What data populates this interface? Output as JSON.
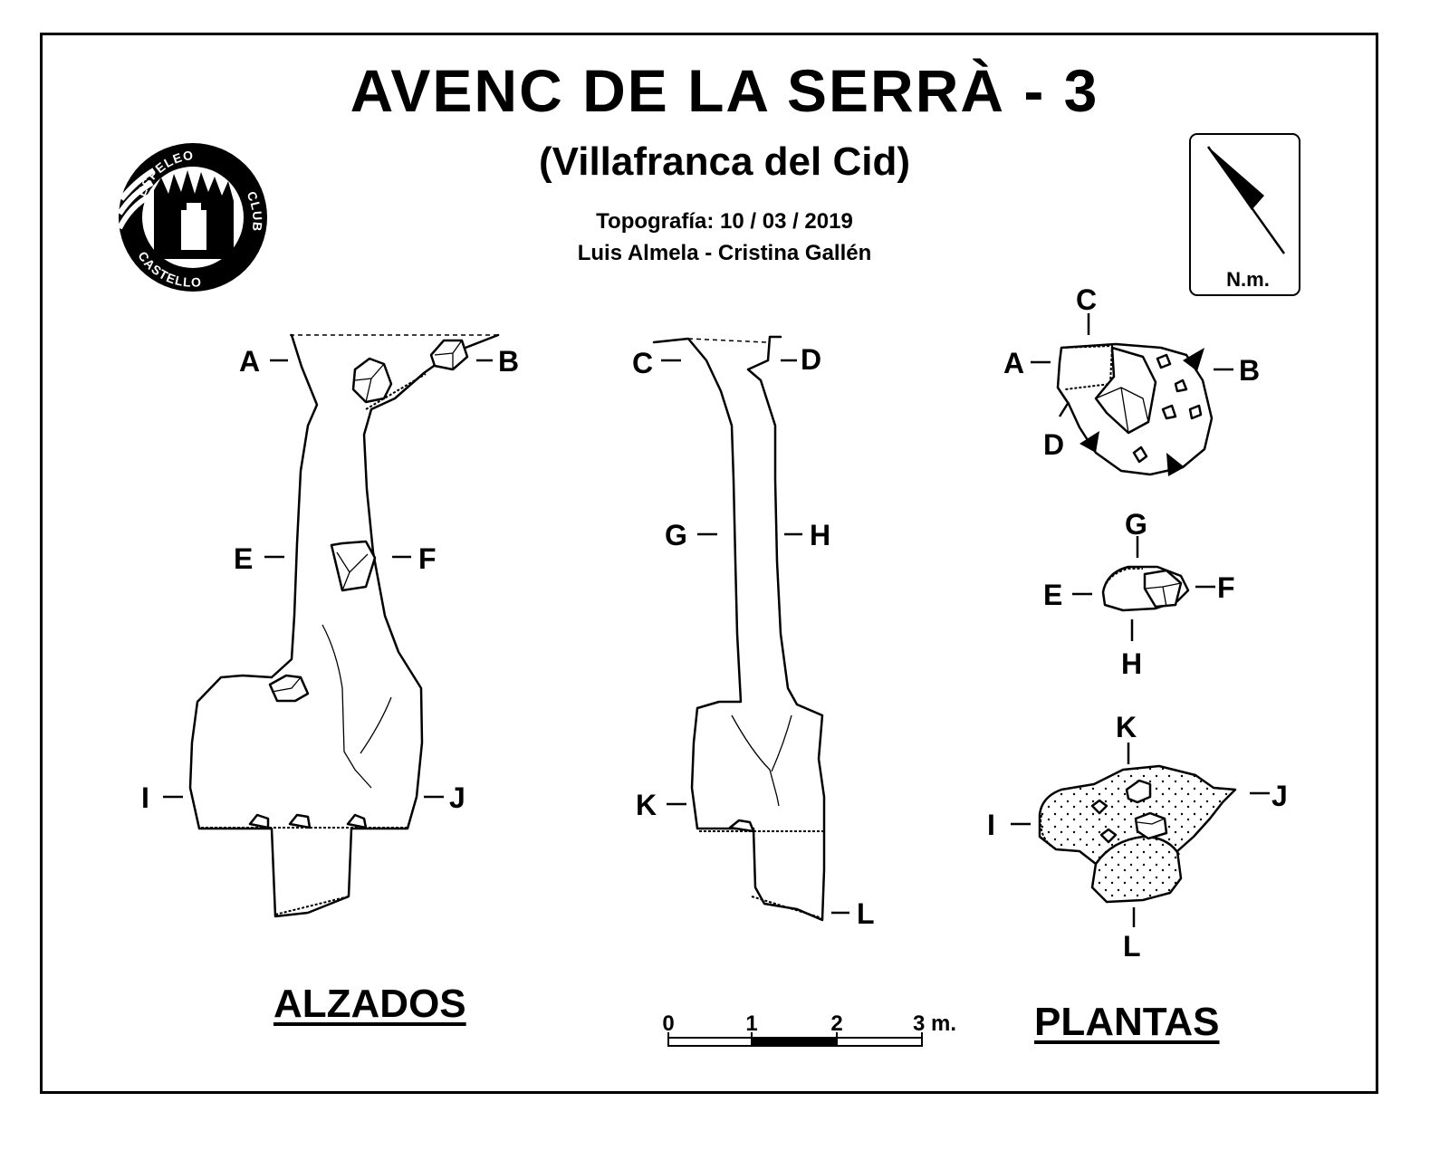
{
  "header": {
    "title": "AVENC  DE  LA  SERRÀ - 3",
    "subtitle": "(Villafranca  del  Cid)",
    "survey_date": "Topografía:  10 / 03 / 2019",
    "authors": "Luis Almela - Cristina Gallén"
  },
  "logo": {
    "top_text": "ESPELEO",
    "right_text": "CLUB",
    "bottom_text": "CASTELLO",
    "icon": "speleo-club-castello-logo"
  },
  "compass": {
    "label": "N.m.",
    "icon": "magnetic-north-arrow-icon"
  },
  "sections": {
    "elevations_title": "ALZADOS",
    "plans_title": "PLANTAS"
  },
  "scale": {
    "ticks": [
      "0",
      "1",
      "2",
      "3 m."
    ]
  },
  "labels": {
    "A": "A",
    "B": "B",
    "C": "C",
    "D": "D",
    "E": "E",
    "F": "F",
    "G": "G",
    "H": "H",
    "I": "I",
    "J": "J",
    "K": "K",
    "L": "L"
  }
}
